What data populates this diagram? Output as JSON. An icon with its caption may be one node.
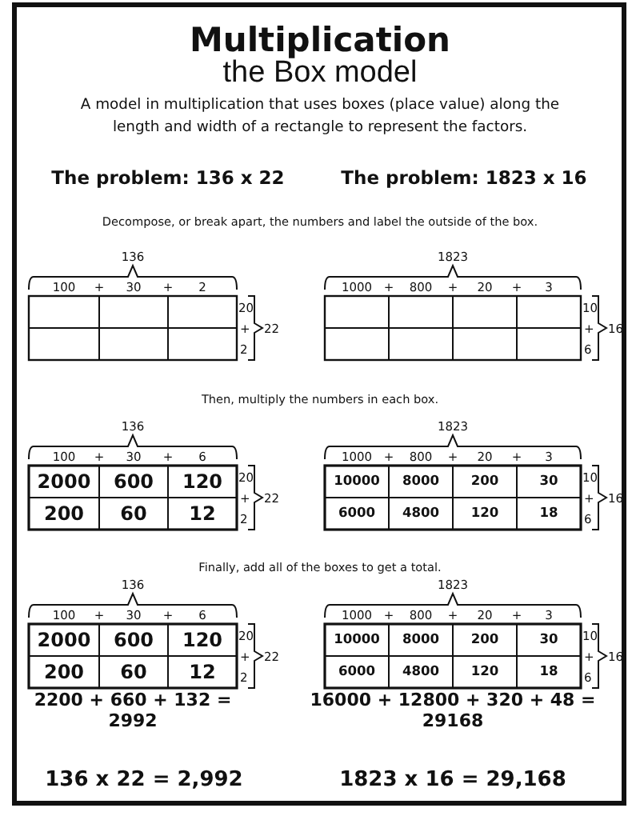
{
  "diagram": {
    "title": "Multiplication",
    "labels": [
      "the Box model",
      "A model in multiplication that uses boxes (place value) along the length and width of a rectangle to represent the factors.",
      "The problem: 136 x 22",
      "The problem: 1823 x 16",
      "Decompose, or break apart, the numbers and label the outside of the box.",
      "136",
      "100",
      "+",
      "30",
      "+",
      "2",
      "20",
      "+",
      "2",
      "22",
      "1823",
      "1000",
      "+",
      "800",
      "+",
      "20",
      "+",
      "3",
      "10",
      "+",
      "6",
      "16",
      "Then, multiply the numbers in each box.",
      "136",
      "100",
      "+",
      "30",
      "+",
      "6",
      "2000",
      "600",
      "120",
      "200",
      "60",
      "12",
      "20",
      "+",
      "2",
      "22",
      "1823",
      "1000",
      "+",
      "800",
      "+",
      "20",
      "+",
      "3",
      "10000",
      "8000",
      "200",
      "30",
      "6000",
      "4800",
      "120",
      "18",
      "10",
      "+",
      "6",
      "16",
      "Finally, add all of the boxes to get a total.",
      "136",
      "100",
      "+",
      "30",
      "+",
      "6",
      "2000",
      "600",
      "120",
      "200",
      "60",
      "12",
      "20",
      "+",
      "2",
      "22",
      "1823",
      "1000",
      "+",
      "800",
      "+",
      "20",
      "+",
      "3",
      "10000",
      "8000",
      "200",
      "30",
      "6000",
      "4800",
      "120",
      "18",
      "10",
      "+",
      "6",
      "16",
      "2200 + 660 + 132 = 2992",
      "16000 + 12800 + 320 + 48 = 29168",
      "136 x 22 = 2,992",
      "1823 x 16 = 29,168"
    ]
  }
}
